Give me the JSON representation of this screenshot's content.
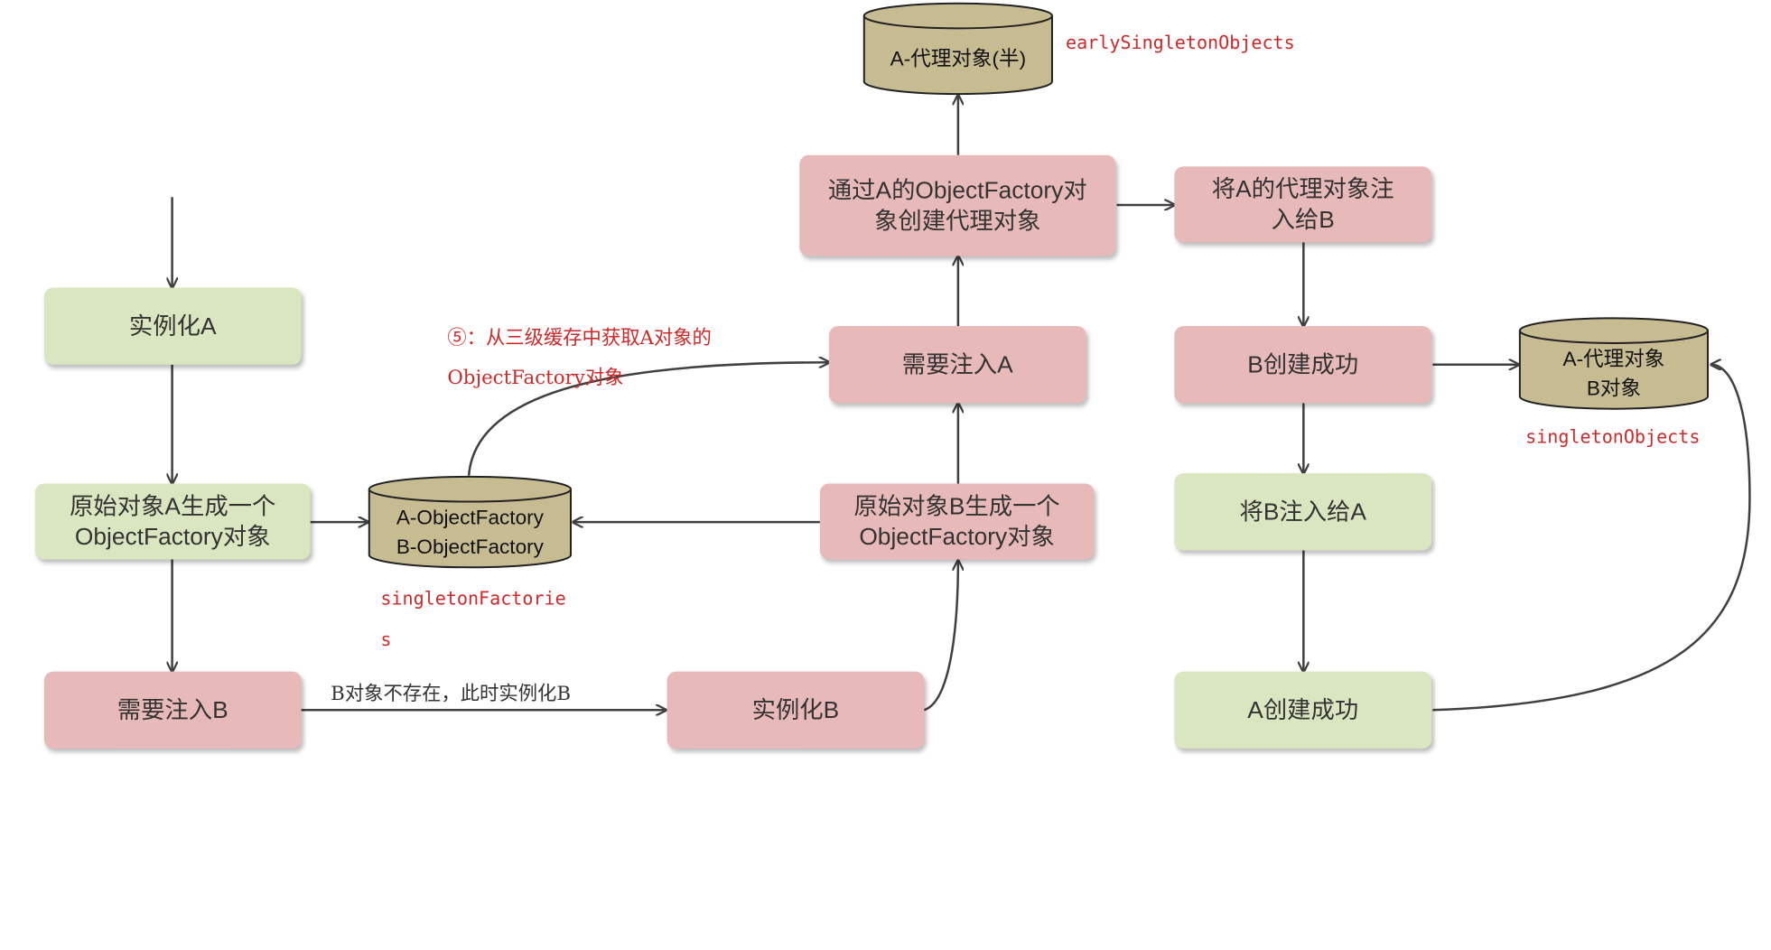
{
  "nodes": {
    "instantiate_a": "实例化A",
    "raw_a_factory": "原始对象A生成一个\nObjectFactory对象",
    "need_inject_b": "需要注入B",
    "instantiate_b": "实例化B",
    "raw_b_factory": "原始对象B生成一个\nObjectFactory对象",
    "need_inject_a": "需要注入A",
    "create_proxy": "通过A的ObjectFactory对\n象创建代理对象",
    "inject_proxy_b": "将A的代理对象注\n入给B",
    "b_created": "B创建成功",
    "inject_b_a": "将B注入给A",
    "a_created": "A创建成功"
  },
  "stores": {
    "factories": "A-ObjectFactory\nB-ObjectFactory",
    "early": "A-代理对象(半)",
    "singletons": "A-代理对象\nB对象"
  },
  "code_labels": {
    "singleton_factories_line1": "singletonFactorie",
    "singleton_factories_line2": "s",
    "early_singleton_objects": "earlySingletonObjects",
    "singleton_objects": "singletonObjects"
  },
  "notes": {
    "step5_line1": "⑤：从三级缓存中获取A对象的",
    "step5_line2": "ObjectFactory对象"
  },
  "edge_labels": {
    "b_not_exist": "B对象不存在，此时实例化B"
  },
  "colors": {
    "green": "#d9e6c0",
    "pink": "#e8b9b9",
    "cylinder": "#c7bb92",
    "edge": "#404040",
    "annotation": "#cc2a2a"
  }
}
